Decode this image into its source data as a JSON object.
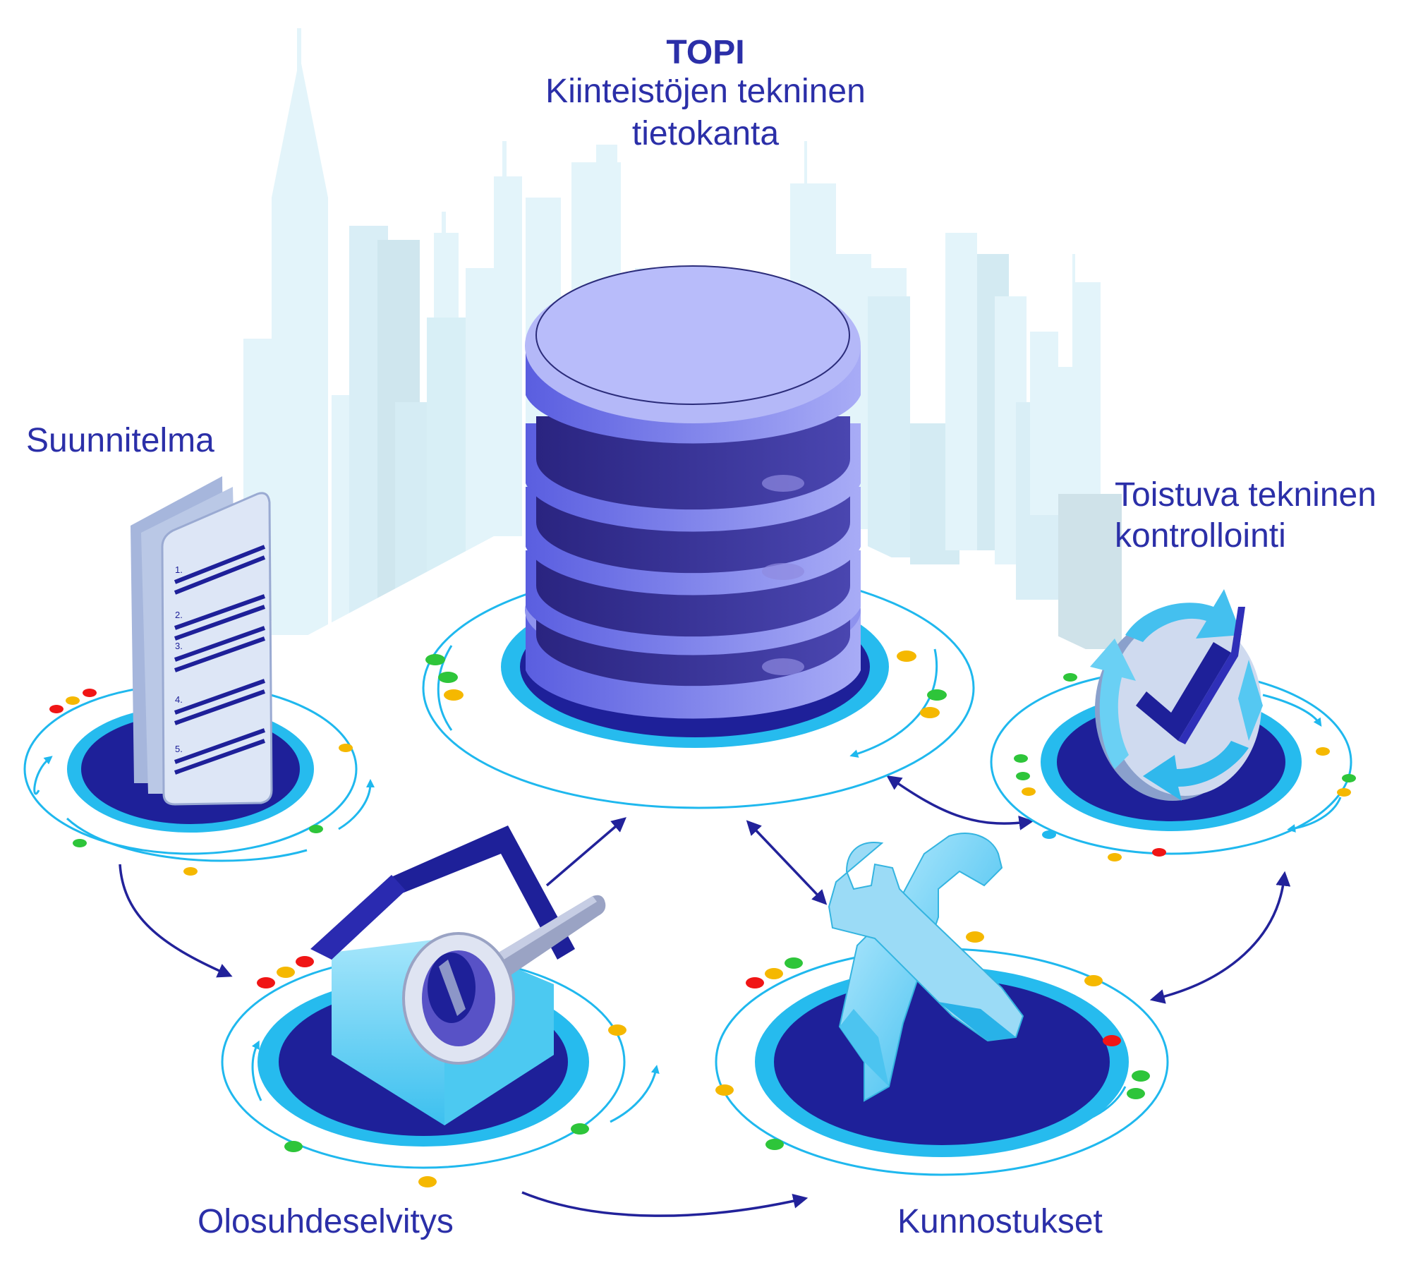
{
  "title": {
    "brand": "TOPI",
    "line1": "Kiinteistöjen tekninen",
    "line2": "tietokanta"
  },
  "stages": {
    "plan": "Suunnitelma",
    "recurring_line1": "Toistuva tekninen",
    "recurring_line2": "kontrollointi",
    "survey": "Olosuhdeselvitys",
    "repairs": "Kunnostukset"
  },
  "document_items": [
    "1.",
    "2.",
    "3.",
    "4.",
    "5."
  ],
  "colors": {
    "text": "#2b2fa8",
    "arrow": "#22229a",
    "ring": "#1fb8ee",
    "disc": "#1e2099",
    "db_light": "#b4b8f8",
    "db_side": "#6e72e0",
    "skyline": "#dff3fa",
    "dot_green": "#2ec53a",
    "dot_orange": "#f5b800",
    "dot_red": "#f01515"
  },
  "icons": [
    "database-icon",
    "document-icon",
    "house-magnifier-icon",
    "wrench-icon",
    "checkmark-icon"
  ]
}
